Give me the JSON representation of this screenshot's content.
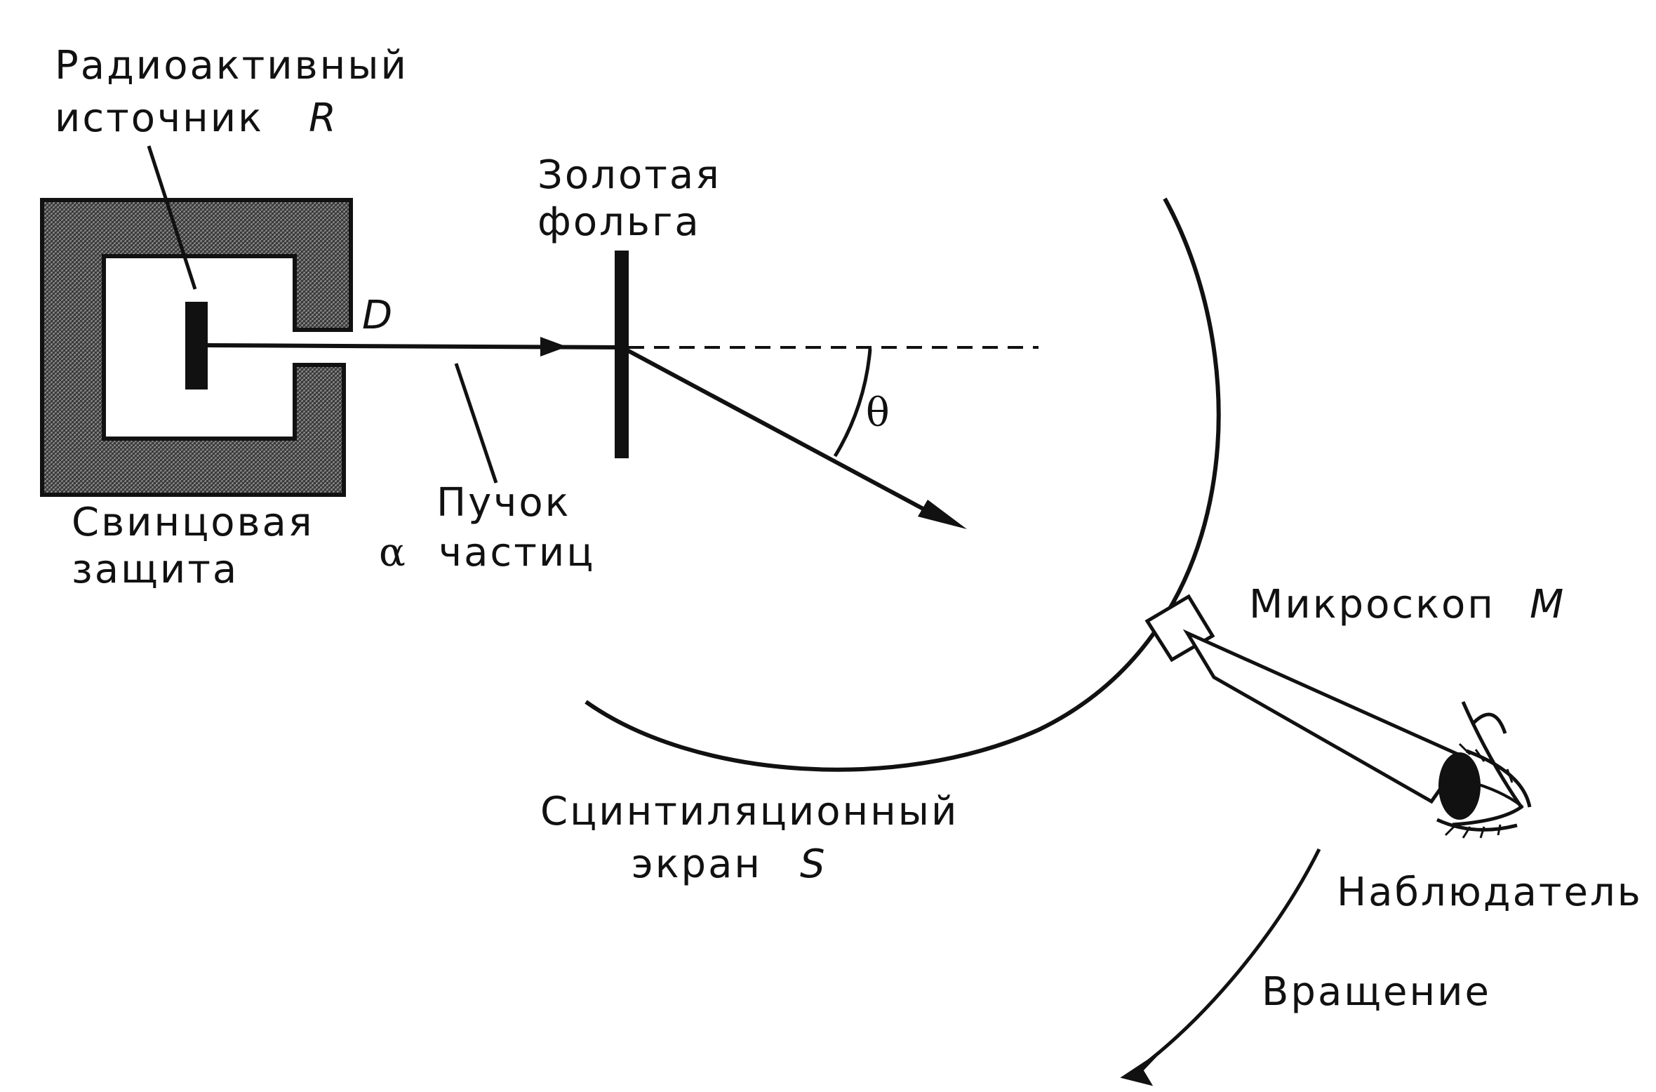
{
  "labels": {
    "source_line1": "Радиоактивный",
    "source_line2": "источник",
    "source_symbol": "R",
    "shield_line1": "Свинцовая",
    "shield_line2": "защита",
    "aperture_symbol": "D",
    "foil_line1": "Золотая",
    "foil_line2": "фольга",
    "beam_line1": "Пучок",
    "beam_greek": "α",
    "beam_line2": "частиц",
    "angle_symbol": "θ",
    "screen_line1": "Сцинтиляционный",
    "screen_line2": "экран",
    "screen_symbol": "S",
    "microscope": "Микроскоп",
    "microscope_symbol": "M",
    "observer": "Наблюдатель",
    "rotation": "Вращение"
  },
  "colors": {
    "ink": "#111111",
    "shield_fill": "#5a5a5a"
  },
  "icons": [
    "eye-icon",
    "microscope-icon",
    "rotation-arrow-icon"
  ]
}
